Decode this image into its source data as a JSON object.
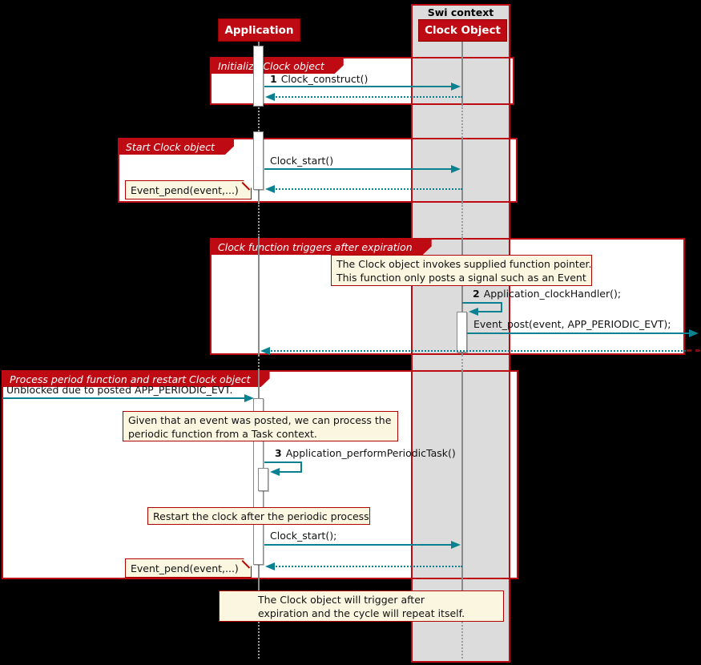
{
  "diagram_type": "uml-sequence",
  "colors": {
    "red": "#BE0A12",
    "teal_arrow": "#0A8191",
    "note_background": "#FBF6E0",
    "note_border": "#B00000",
    "swi_box_background": "#DCDCDC",
    "page_background": "#000000"
  },
  "participants": {
    "swi_title": "Swi context",
    "application": "Application",
    "clock_object": "Clock Object"
  },
  "frames": [
    {
      "title": "Initialize Clock object"
    },
    {
      "title": "Start Clock object"
    },
    {
      "title": "Clock function triggers after expiration"
    },
    {
      "title": "Process period function and restart Clock object"
    }
  ],
  "messages": [
    {
      "num": "1",
      "label": "Clock_construct()"
    },
    {
      "label": "Clock_start()"
    },
    {
      "num": "2",
      "label": "Application_clockHandler();"
    },
    {
      "label": "Event_post(event, APP_PERIODIC_EVT);"
    },
    {
      "label": "Unblocked due to posted APP_PERIODIC_EVT."
    },
    {
      "num": "3",
      "label": "Application_performPeriodicTask()"
    },
    {
      "label": "Clock_start();"
    }
  ],
  "notes": [
    {
      "text": "Event_pend(event,...)"
    },
    {
      "line1": "The Clock object invokes supplied function pointer.",
      "line2": "This function only posts a signal such as an Event"
    },
    {
      "line1": "Given that an event was posted, we can process the",
      "line2": "periodic function from a Task context."
    },
    {
      "text": "Restart the clock after the periodic process"
    },
    {
      "text": "Event_pend(event,...)"
    },
    {
      "line1": "The Clock object will trigger after",
      "line2": "expiration and the cycle will repeat itself."
    }
  ]
}
